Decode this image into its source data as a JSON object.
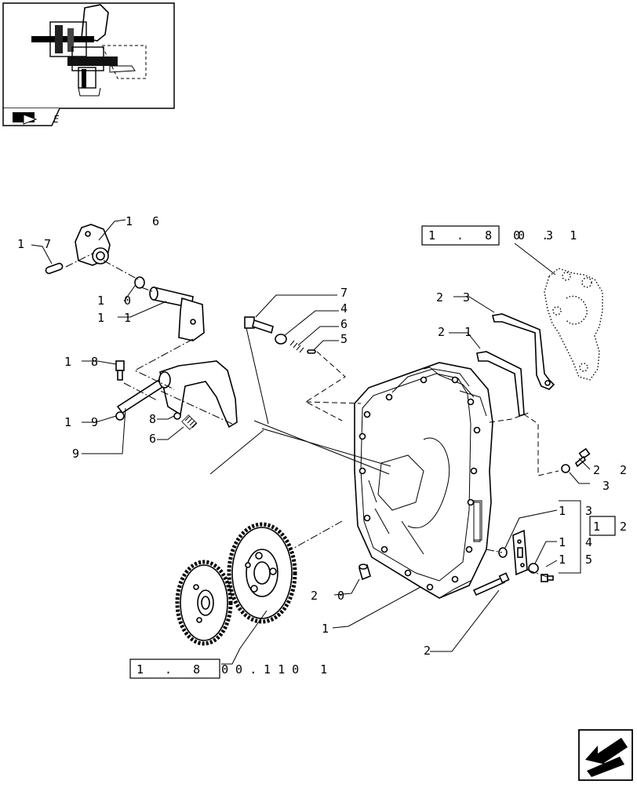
{
  "callouts": {
    "c1": "1",
    "c2": "2",
    "c3": "3",
    "c4": "4",
    "c5": "5",
    "c6a": "6",
    "c6b": "6",
    "c7": "7",
    "c8": "8",
    "c9": "9",
    "c10": "1 0",
    "c11": "1 1",
    "c12": "1 2",
    "c13": "1 3",
    "c14": "1 4",
    "c15": "1 5",
    "c16": "1 6",
    "c17": "1 7",
    "c18": "1 8",
    "c19": "1 9",
    "c20": "2 0",
    "c21": "2 1",
    "c22": "2 2",
    "c23": "2 3"
  },
  "references": {
    "ref_top_box": "1 . 8 0 . 1",
    "ref_top_suffix": "0 3",
    "ref_bottom_box": "1 . 8 0 . 1",
    "ref_bottom_suffix": "0 1   0 1"
  },
  "thumbnail": {
    "tab_letter": "E"
  },
  "icons": {
    "thumbnail_tab": "folder-arrow-icon",
    "navigation": "next-page-arrow-icon"
  }
}
